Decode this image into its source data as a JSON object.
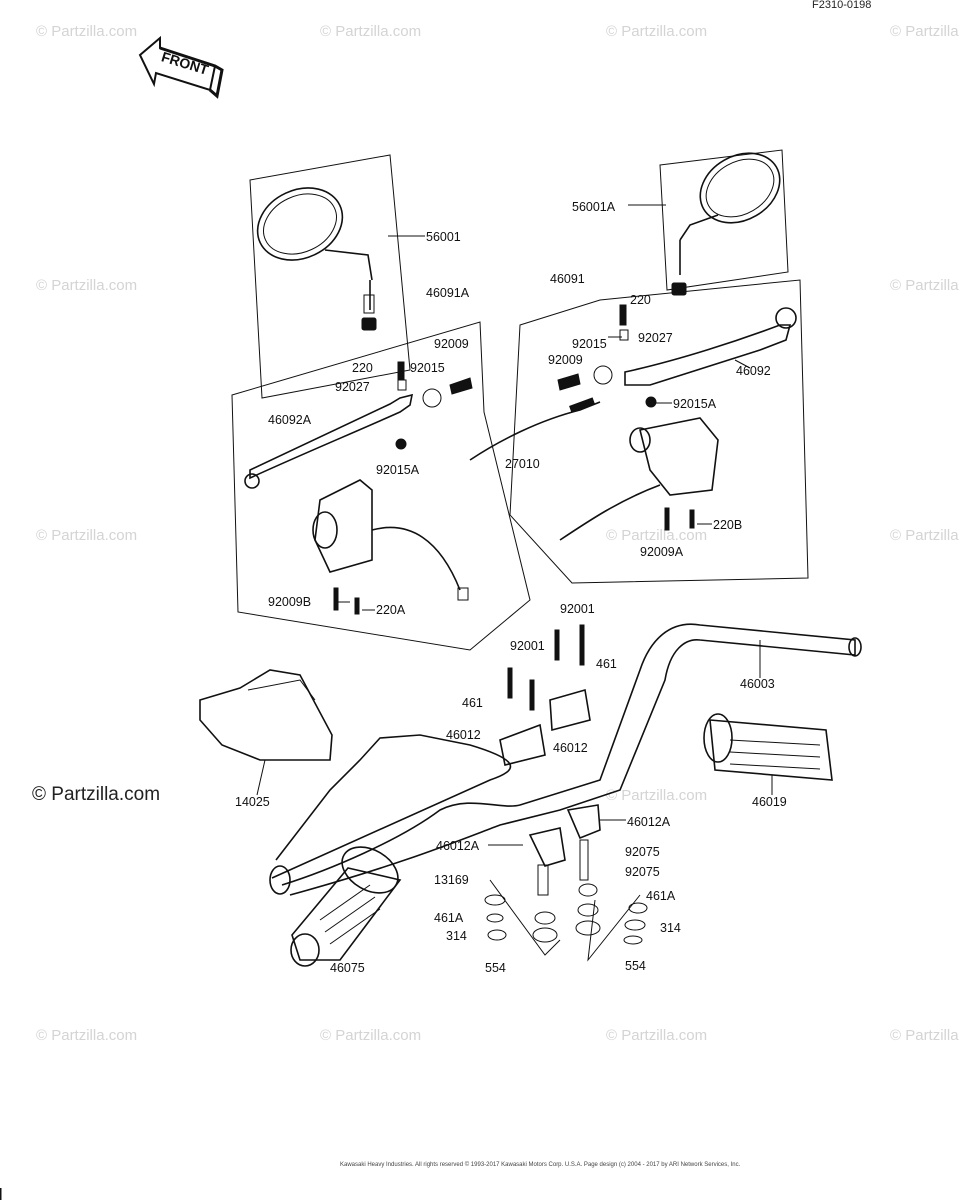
{
  "ref_code": "F2310-0198",
  "front_label": "FRONT",
  "watermark_text": "© Partzilla.com",
  "footer_text": "Kawasaki Heavy Industries. All rights reserved © 1993-2017 Kawasaki Motors Corp. U.S.A. Page design (c) 2004 - 2017 by ARI Network Services, Inc.",
  "labels": {
    "p56001": "56001",
    "p56001A": "56001A",
    "p46091A": "46091A",
    "p46091": "46091",
    "p92009_l": "92009",
    "p220_l": "220",
    "p92015_l": "92015",
    "p92027_l": "92027",
    "p46092A": "46092A",
    "p92015A_l": "92015A",
    "p92009B": "92009B",
    "p220A": "220A",
    "p220_r": "220",
    "p92027_r": "92027",
    "p92015_r": "92015",
    "p92009_r": "92009",
    "p46092": "46092",
    "p92015A_r": "92015A",
    "p27010": "27010",
    "p220B": "220B",
    "p92009A": "92009A",
    "p92001_a": "92001",
    "p92001_b": "92001",
    "p461_r": "461",
    "p461_l": "461",
    "p46003": "46003",
    "p46012_l": "46012",
    "p46012_r": "46012",
    "p14025": "14025",
    "p46019": "46019",
    "p46012A_r": "46012A",
    "p46012A_l": "46012A",
    "p92075_a": "92075",
    "p92075_b": "92075",
    "p13169": "13169",
    "p461A_l": "461A",
    "p314_l": "314",
    "p554_l": "554",
    "p461A_r": "461A",
    "p314_r": "314",
    "p554_r": "554",
    "p46075": "46075"
  }
}
